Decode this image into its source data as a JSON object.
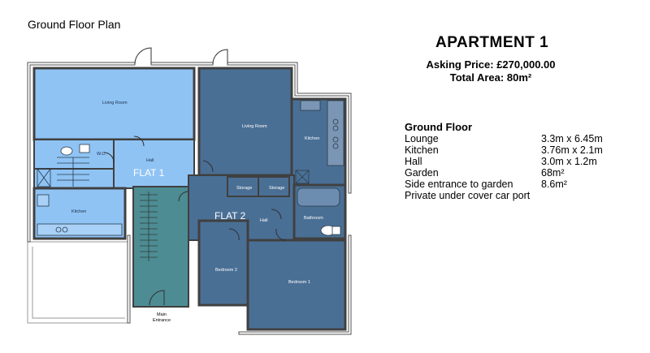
{
  "plan": {
    "title": "Ground Floor Plan",
    "flat1_label": "FLAT 1",
    "flat2_label": "FLAT 2",
    "rooms": {
      "f1_living": "Living Room",
      "f1_wc": "W.C.",
      "f1_hall": "Hall",
      "f1_kitchen": "Kitchen",
      "f2_living": "Living Room",
      "f2_kitchen": "Kitchen",
      "f2_storage1": "Storage",
      "f2_storage2": "Storage",
      "f2_hall": "Hall",
      "f2_bathroom": "Bathroom",
      "f2_bedroom2": "Bedroom 2",
      "f2_bedroom1": "Bedroom 1",
      "main_entrance_1": "Main",
      "main_entrance_2": "Entrance"
    },
    "colors": {
      "flat1": "#8fc3f4",
      "flat2": "#4a6f95",
      "stairwell": "#4d8c93",
      "walls": "#505050"
    }
  },
  "apartment": {
    "title": "APARTMENT 1",
    "price_label": "Asking Price:",
    "price_value": "£270,000.00",
    "area_label": "Total Area:",
    "area_value": "80m²"
  },
  "specs": {
    "heading": "Ground Floor",
    "rows": [
      {
        "label": "Lounge",
        "value": "3.3m x 6.45m"
      },
      {
        "label": "Kitchen",
        "value": "3.76m x 2.1m"
      },
      {
        "label": "Hall",
        "value": "3.0m x 1.2m"
      },
      {
        "label": "Garden",
        "value": "68m²"
      },
      {
        "label": "Side entrance to garden",
        "value": "8.6m²"
      }
    ],
    "footer": "Private under cover car port"
  }
}
